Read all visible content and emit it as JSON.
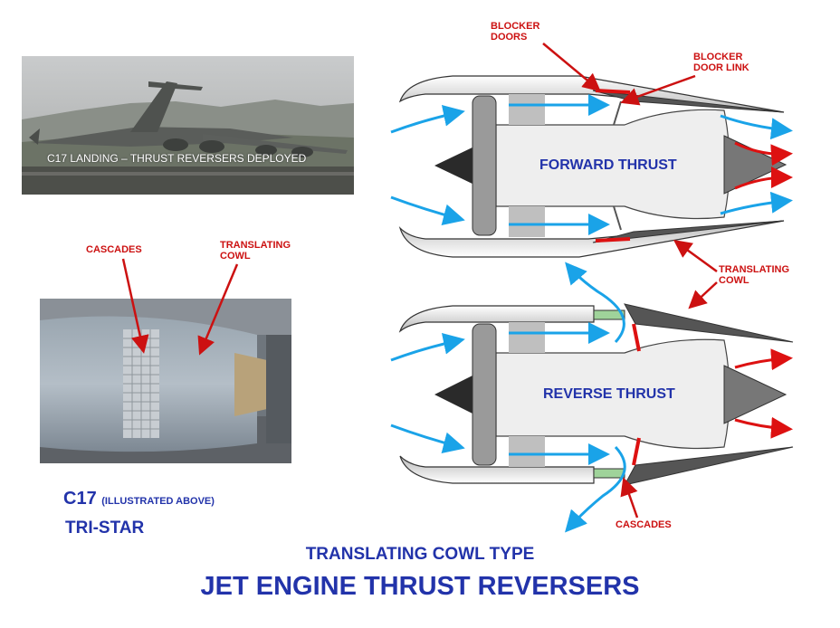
{
  "photo_top": {
    "caption": "C17 LANDING – THRUST REVERSERS DEPLOYED"
  },
  "photo_bottom": {
    "label_cascades": "CASCADES",
    "label_translating_cowl": "TRANSLATING COWL"
  },
  "aircraft": {
    "c17_name": "C17",
    "c17_note": "(ILLUSTRATED ABOVE)",
    "tristar_name": "TRI-STAR"
  },
  "diagram": {
    "blocker_doors": "BLOCKER DOORS",
    "blocker_door_link": "BLOCKER DOOR LINK",
    "forward_thrust": "FORWARD THRUST",
    "reverse_thrust": "REVERSE THRUST",
    "translating_cowl": "TRANSLATING COWL",
    "cascades": "CASCADES"
  },
  "footer": {
    "subtitle": "TRANSLATING COWL TYPE",
    "title": "JET ENGINE THRUST REVERSERS"
  },
  "colors": {
    "airflow_blue": "#1aa3e8",
    "hot_flow_red": "#dd1111",
    "label_red": "#cc1111",
    "title_blue": "#2233aa"
  }
}
